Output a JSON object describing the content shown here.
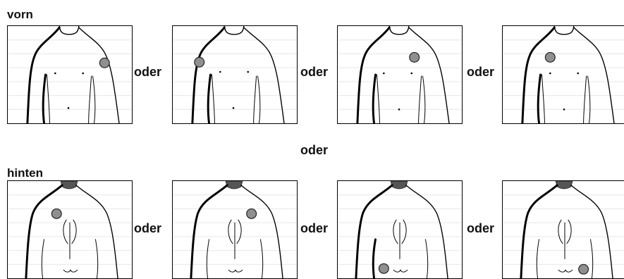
{
  "sections": {
    "front": {
      "label": "vorn"
    },
    "back": {
      "label": "hinten"
    }
  },
  "connector_word": "oder",
  "front_views": [
    {
      "marker_position": "right shoulder tip"
    },
    {
      "marker_position": "left shoulder tip"
    },
    {
      "marker_position": "upper right chest"
    },
    {
      "marker_position": "upper left chest"
    }
  ],
  "back_views": [
    {
      "marker_position": "upper left back"
    },
    {
      "marker_position": "upper right back"
    },
    {
      "marker_position": "lower left back"
    },
    {
      "marker_position": "lower right back"
    }
  ],
  "colors": {
    "marker": "#8f8f8f",
    "collar": "#555555",
    "outline": "#000000"
  }
}
